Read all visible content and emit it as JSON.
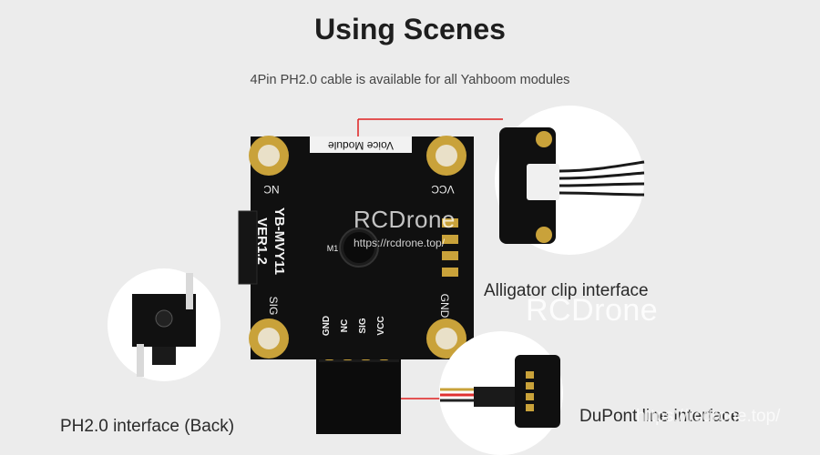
{
  "header": {
    "title": "Using Scenes",
    "subtitle": "4Pin PH2.0 cable is available for all Yahboom modules"
  },
  "board": {
    "module_name": "Voice Module",
    "model": "YB-MVY11",
    "version": "VER1.2",
    "mic_label": "M1",
    "corner_nc": "NC",
    "corner_vcc": "VCC",
    "corner_sig": "SIG",
    "corner_gnd": "GND",
    "pin_gnd": "GND",
    "pin_nc": "NC",
    "pin_sig": "SIG",
    "pin_vcc": "VCC"
  },
  "labels": {
    "alligator": "Alligator clip interface",
    "ph20_back": "PH2.0 interface (Back)",
    "dupont": "DuPont line interface"
  },
  "watermark": {
    "brand": "RCDrone",
    "url": "https://rcdrone.top/"
  },
  "colors": {
    "pointer_line": "#e02020",
    "board": "#101010",
    "pad_gold": "#c9a23a"
  }
}
